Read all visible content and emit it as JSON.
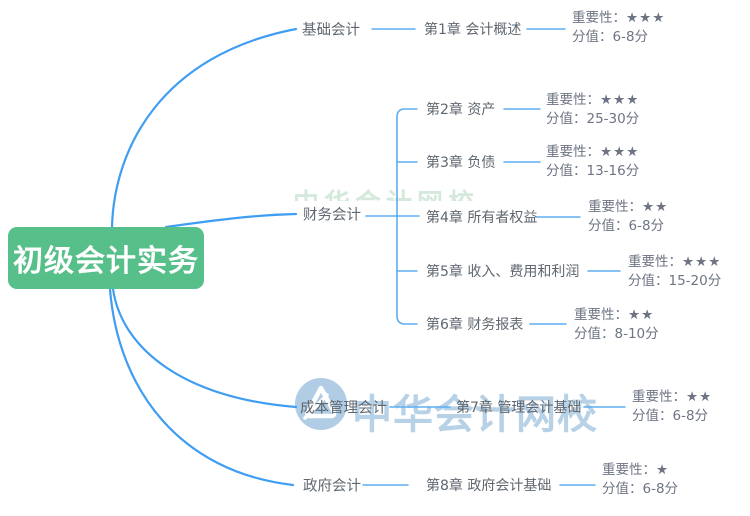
{
  "root": {
    "label": "初级会计实务"
  },
  "labels": {
    "importance": "重要性：",
    "score": "分值："
  },
  "branches": [
    {
      "label": "基础会计",
      "chapters": [
        {
          "label": "第1章 会计概述",
          "importance": "★★★",
          "score": "6-8分"
        }
      ]
    },
    {
      "label": "财务会计",
      "chapters": [
        {
          "label": "第2章 资产",
          "importance": "★★★",
          "score": "25-30分"
        },
        {
          "label": "第3章 负债",
          "importance": "★★★",
          "score": "13-16分"
        },
        {
          "label": "第4章 所有者权益",
          "importance": "★★",
          "score": "6-8分"
        },
        {
          "label": "第5章 收入、费用和利润",
          "importance": "★★★",
          "score": "15-20分"
        },
        {
          "label": "第6章 财务报表",
          "importance": "★★",
          "score": "8-10分"
        }
      ]
    },
    {
      "label": "成本管理会计",
      "chapters": [
        {
          "label": "第7章 管理会计基础",
          "importance": "★★",
          "score": "6-8分"
        }
      ]
    },
    {
      "label": "政府会计",
      "chapters": [
        {
          "label": "第8章 政府会计基础",
          "importance": "★",
          "score": "6-8分"
        }
      ]
    }
  ],
  "watermark": {
    "text": "中华会计网校",
    "logo": "abacus-circle-logo"
  },
  "colors": {
    "root_bg": "#57bf89",
    "line": "#3f9ef2",
    "line_thin": "#5fadf0",
    "text": "#5f676f",
    "text_detail": "#6e7483",
    "wm_blue": "#b0cde5",
    "wm_green": "#b9dcc6"
  }
}
